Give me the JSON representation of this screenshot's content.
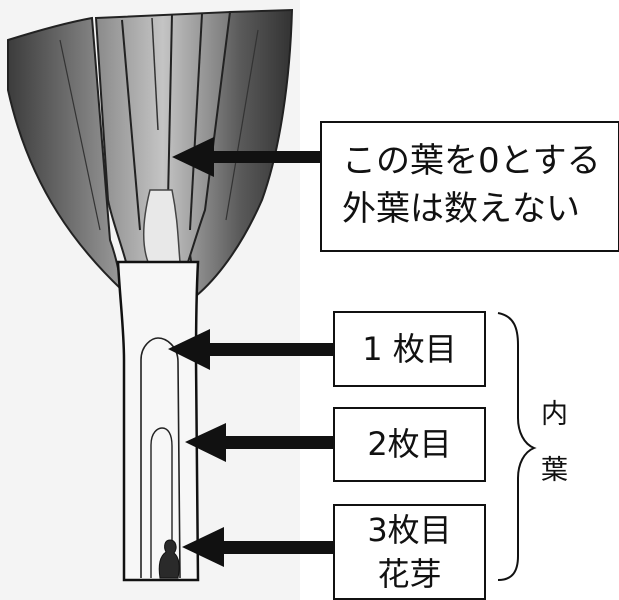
{
  "labels": {
    "leaf0_line1": "この葉を0とする",
    "leaf0_line2": "外葉は数えない",
    "leaf1": "1 枚目",
    "leaf2": "2枚目",
    "leaf3_line1": "3枚目",
    "leaf3_line2": "花芽",
    "inner_leaf_char1": "内",
    "inner_leaf_char2": "葉"
  },
  "colors": {
    "ink": "#111111",
    "background": "#ffffff"
  }
}
